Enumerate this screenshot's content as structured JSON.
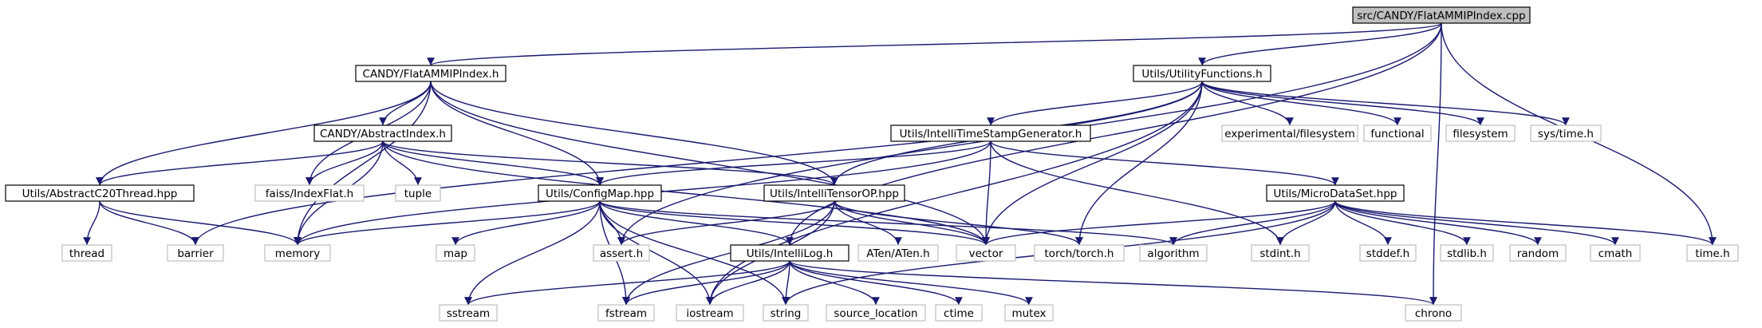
{
  "graph": {
    "nodes": [
      {
        "id": "root",
        "label": "src/CANDY/FlatAMMIPIndex.cpp",
        "style": "root"
      },
      {
        "id": "flatammip_h",
        "label": "CANDY/FlatAMMIPIndex.h",
        "style": "header"
      },
      {
        "id": "utility_h",
        "label": "Utils/UtilityFunctions.h",
        "style": "header"
      },
      {
        "id": "abstractindex_h",
        "label": "CANDY/AbstractIndex.h",
        "style": "header"
      },
      {
        "id": "timestamp_h",
        "label": "Utils/IntelliTimeStampGenerator.h",
        "style": "header"
      },
      {
        "id": "abstractc20_hpp",
        "label": "Utils/AbstractC20Thread.hpp",
        "style": "header"
      },
      {
        "id": "configmap_hpp",
        "label": "Utils/ConfigMap.hpp",
        "style": "header"
      },
      {
        "id": "tensorop_hpp",
        "label": "Utils/IntelliTensorOP.hpp",
        "style": "header"
      },
      {
        "id": "microdataset_hpp",
        "label": "Utils/MicroDataSet.hpp",
        "style": "header"
      },
      {
        "id": "intellilog_h",
        "label": "Utils/IntelliLog.h",
        "style": "header"
      },
      {
        "id": "faiss",
        "label": "faiss/IndexFlat.h",
        "style": "system"
      },
      {
        "id": "tuple",
        "label": "tuple",
        "style": "system"
      },
      {
        "id": "expfs",
        "label": "experimental/filesystem",
        "style": "system"
      },
      {
        "id": "functional",
        "label": "functional",
        "style": "system"
      },
      {
        "id": "filesystem",
        "label": "filesystem",
        "style": "system"
      },
      {
        "id": "systime",
        "label": "sys/time.h",
        "style": "system"
      },
      {
        "id": "thread",
        "label": "thread",
        "style": "system"
      },
      {
        "id": "barrier",
        "label": "barrier",
        "style": "system"
      },
      {
        "id": "memory",
        "label": "memory",
        "style": "system"
      },
      {
        "id": "map",
        "label": "map",
        "style": "system"
      },
      {
        "id": "assert",
        "label": "assert.h",
        "style": "system"
      },
      {
        "id": "aten",
        "label": "ATen/ATen.h",
        "style": "system"
      },
      {
        "id": "vector",
        "label": "vector",
        "style": "system"
      },
      {
        "id": "torch",
        "label": "torch/torch.h",
        "style": "system"
      },
      {
        "id": "algorithm",
        "label": "algorithm",
        "style": "system"
      },
      {
        "id": "stdint",
        "label": "stdint.h",
        "style": "system"
      },
      {
        "id": "stddef",
        "label": "stddef.h",
        "style": "system"
      },
      {
        "id": "stdlib",
        "label": "stdlib.h",
        "style": "system"
      },
      {
        "id": "random",
        "label": "random",
        "style": "system"
      },
      {
        "id": "cmath",
        "label": "cmath",
        "style": "system"
      },
      {
        "id": "timeh",
        "label": "time.h",
        "style": "system"
      },
      {
        "id": "sstream",
        "label": "sstream",
        "style": "system"
      },
      {
        "id": "fstream",
        "label": "fstream",
        "style": "system"
      },
      {
        "id": "iostream",
        "label": "iostream",
        "style": "system"
      },
      {
        "id": "string",
        "label": "string",
        "style": "system"
      },
      {
        "id": "srcloc",
        "label": "source_location",
        "style": "system"
      },
      {
        "id": "ctime",
        "label": "ctime",
        "style": "system"
      },
      {
        "id": "mutex",
        "label": "mutex",
        "style": "system"
      },
      {
        "id": "chrono",
        "label": "chrono",
        "style": "system"
      }
    ],
    "edges": [
      [
        "root",
        "flatammip_h"
      ],
      [
        "root",
        "utility_h"
      ],
      [
        "root",
        "assert"
      ],
      [
        "root",
        "intellilog_h"
      ],
      [
        "root",
        "timeh"
      ],
      [
        "root",
        "chrono"
      ],
      [
        "flatammip_h",
        "abstractindex_h"
      ],
      [
        "flatammip_h",
        "abstractc20_hpp"
      ],
      [
        "flatammip_h",
        "faiss"
      ],
      [
        "flatammip_h",
        "memory"
      ],
      [
        "flatammip_h",
        "configmap_hpp"
      ],
      [
        "flatammip_h",
        "tensorop_hpp"
      ],
      [
        "flatammip_h",
        "vector"
      ],
      [
        "utility_h",
        "timestamp_h"
      ],
      [
        "utility_h",
        "expfs"
      ],
      [
        "utility_h",
        "functional"
      ],
      [
        "utility_h",
        "filesystem"
      ],
      [
        "utility_h",
        "systime"
      ],
      [
        "utility_h",
        "tensorop_hpp"
      ],
      [
        "utility_h",
        "barrier"
      ],
      [
        "utility_h",
        "vector"
      ],
      [
        "utility_h",
        "torch"
      ],
      [
        "utility_h",
        "iostream"
      ],
      [
        "abstractindex_h",
        "abstractc20_hpp"
      ],
      [
        "abstractindex_h",
        "faiss"
      ],
      [
        "abstractindex_h",
        "tuple"
      ],
      [
        "abstractindex_h",
        "memory"
      ],
      [
        "abstractindex_h",
        "configmap_hpp"
      ],
      [
        "abstractindex_h",
        "tensorop_hpp"
      ],
      [
        "abstractindex_h",
        "vector"
      ],
      [
        "timestamp_h",
        "configmap_hpp"
      ],
      [
        "timestamp_h",
        "microdataset_hpp"
      ],
      [
        "timestamp_h",
        "memory"
      ],
      [
        "timestamp_h",
        "vector"
      ],
      [
        "timestamp_h",
        "stdint"
      ],
      [
        "abstractc20_hpp",
        "thread"
      ],
      [
        "abstractc20_hpp",
        "barrier"
      ],
      [
        "abstractc20_hpp",
        "memory"
      ],
      [
        "configmap_hpp",
        "intellilog_h"
      ],
      [
        "configmap_hpp",
        "memory"
      ],
      [
        "configmap_hpp",
        "map"
      ],
      [
        "configmap_hpp",
        "assert"
      ],
      [
        "configmap_hpp",
        "vector"
      ],
      [
        "configmap_hpp",
        "sstream"
      ],
      [
        "configmap_hpp",
        "fstream"
      ],
      [
        "configmap_hpp",
        "iostream"
      ],
      [
        "configmap_hpp",
        "string"
      ],
      [
        "configmap_hpp",
        "algorithm"
      ],
      [
        "tensorop_hpp",
        "assert"
      ],
      [
        "tensorop_hpp",
        "aten"
      ],
      [
        "tensorop_hpp",
        "vector"
      ],
      [
        "tensorop_hpp",
        "torch"
      ],
      [
        "tensorop_hpp",
        "fstream"
      ],
      [
        "tensorop_hpp",
        "iostream"
      ],
      [
        "microdataset_hpp",
        "vector"
      ],
      [
        "microdataset_hpp",
        "algorithm"
      ],
      [
        "microdataset_hpp",
        "stdint"
      ],
      [
        "microdataset_hpp",
        "stddef"
      ],
      [
        "microdataset_hpp",
        "stdlib"
      ],
      [
        "microdataset_hpp",
        "random"
      ],
      [
        "microdataset_hpp",
        "cmath"
      ],
      [
        "microdataset_hpp",
        "timeh"
      ],
      [
        "microdataset_hpp",
        "string"
      ],
      [
        "intellilog_h",
        "sstream"
      ],
      [
        "intellilog_h",
        "fstream"
      ],
      [
        "intellilog_h",
        "iostream"
      ],
      [
        "intellilog_h",
        "string"
      ],
      [
        "intellilog_h",
        "srcloc"
      ],
      [
        "intellilog_h",
        "ctime"
      ],
      [
        "intellilog_h",
        "mutex"
      ],
      [
        "intellilog_h",
        "chrono"
      ]
    ]
  },
  "colors": {
    "edge": "#191970",
    "root_fill": "#bfbfbf",
    "header_fill": "#ffffff",
    "header_stroke": "#000000",
    "system_fill": "#ffffff",
    "system_stroke": "#bfbfbf",
    "text": "#000000"
  }
}
